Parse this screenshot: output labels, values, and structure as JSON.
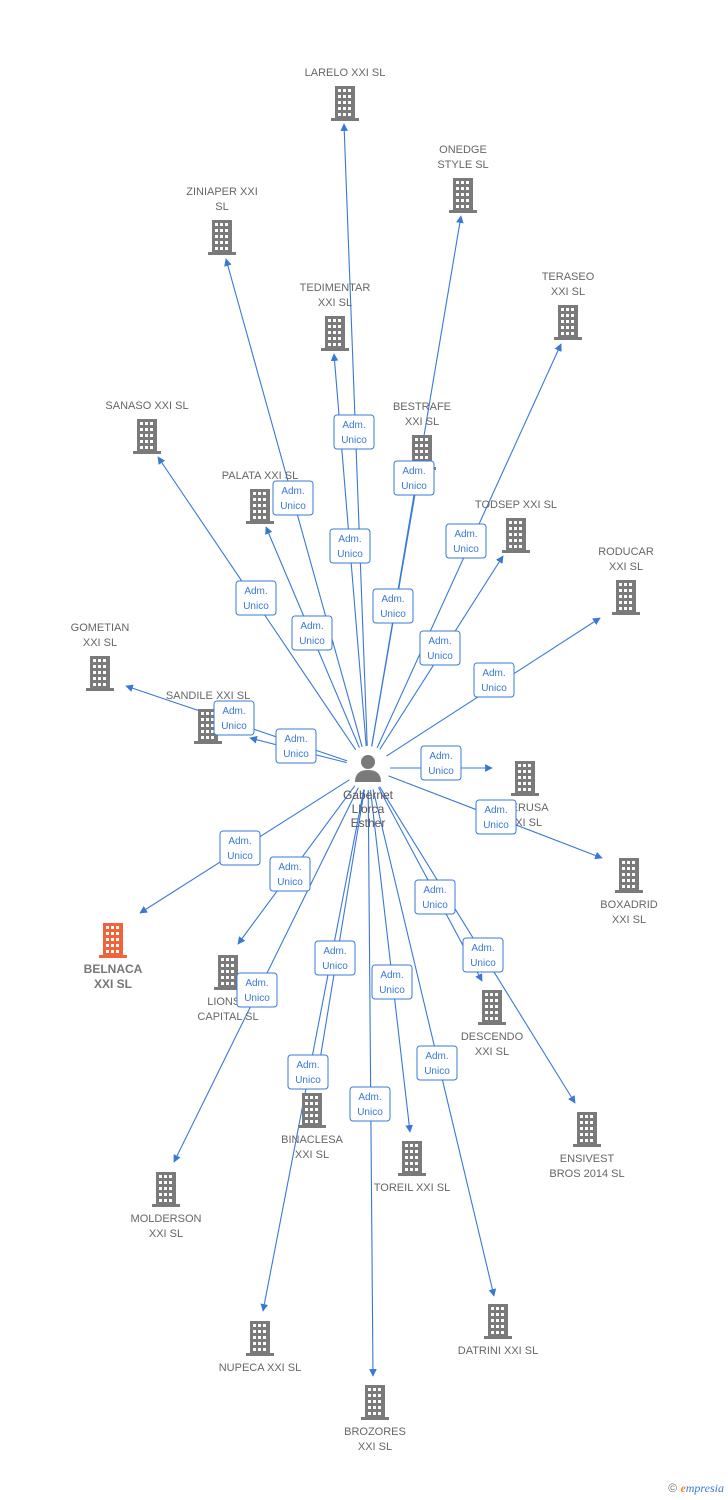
{
  "colors": {
    "edge": "#3a78d6",
    "building": "#7a7a7a",
    "highlight": "#f0643c",
    "person": "#7a7a7a"
  },
  "center": {
    "name_lines": [
      "Gabernet",
      "Llorca",
      "Esther"
    ],
    "icon": "person-icon"
  },
  "edge_label_lines": [
    "Adm.",
    "Unico"
  ],
  "companies": [
    {
      "id": "larelo",
      "lines": [
        "LARELO XXI  SL"
      ]
    },
    {
      "id": "onedge",
      "lines": [
        "ONEDGE",
        "STYLE  SL"
      ]
    },
    {
      "id": "ziniaper",
      "lines": [
        "ZINIAPER XXI",
        "SL"
      ]
    },
    {
      "id": "tedimentar",
      "lines": [
        "TEDIMENTAR",
        "XXI  SL"
      ]
    },
    {
      "id": "teraseo",
      "lines": [
        "TERASEO",
        "XXI  SL"
      ]
    },
    {
      "id": "sanaso",
      "lines": [
        "SANASO XXI  SL"
      ]
    },
    {
      "id": "bestrafe",
      "lines": [
        "BESTRAFE",
        "XXI  SL"
      ]
    },
    {
      "id": "palata",
      "lines": [
        "PALATA XXI  SL"
      ]
    },
    {
      "id": "todsep",
      "lines": [
        "TODSEP XXI  SL"
      ]
    },
    {
      "id": "roducar",
      "lines": [
        "RODUCAR",
        "XXI  SL"
      ]
    },
    {
      "id": "gometian",
      "lines": [
        "GOMETIAN",
        "XXI  SL"
      ]
    },
    {
      "id": "sandile",
      "lines": [
        "SANDILE XXI  SL"
      ]
    },
    {
      "id": "merusa",
      "lines": [
        "MERUSA",
        "XXI  SL"
      ]
    },
    {
      "id": "boxadrid",
      "lines": [
        "BOXADRID",
        "XXI  SL"
      ]
    },
    {
      "id": "belnaca",
      "lines": [
        "BELNACA",
        "XXI  SL"
      ],
      "highlight": true
    },
    {
      "id": "lionsg",
      "lines": [
        "LIONSG",
        "CAPITAL  SL"
      ]
    },
    {
      "id": "descendo",
      "lines": [
        "DESCENDO",
        "XXI  SL"
      ]
    },
    {
      "id": "ensivest",
      "lines": [
        "ENSIVEST",
        "BROS 2014  SL"
      ]
    },
    {
      "id": "binaclesa",
      "lines": [
        "BINACLESA",
        "XXI  SL"
      ]
    },
    {
      "id": "toreil",
      "lines": [
        "TOREIL XXI  SL"
      ]
    },
    {
      "id": "molderson",
      "lines": [
        "MOLDERSON",
        "XXI  SL"
      ]
    },
    {
      "id": "nupeca",
      "lines": [
        "NUPECA XXI  SL"
      ]
    },
    {
      "id": "datrini",
      "lines": [
        "DATRINI XXI  SL"
      ]
    },
    {
      "id": "brozores",
      "lines": [
        "BROZORES",
        "XXI  SL"
      ]
    }
  ],
  "footer": {
    "copyright": "©",
    "brand_initial": "e",
    "brand_rest": "mpresia"
  }
}
